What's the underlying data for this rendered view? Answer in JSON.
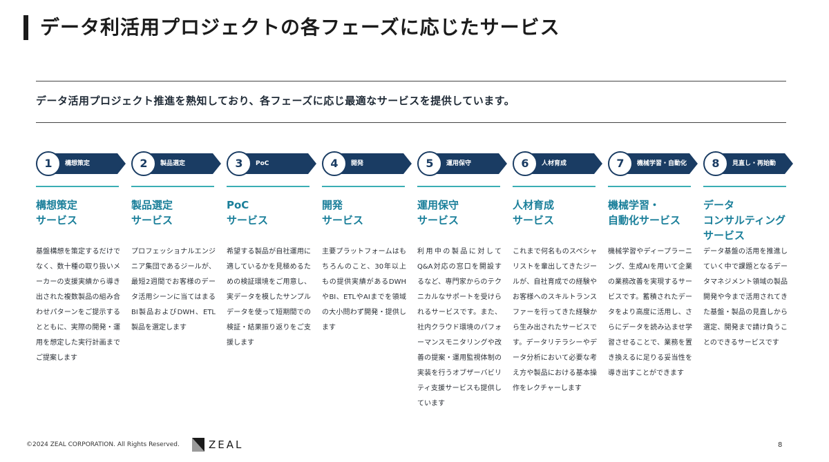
{
  "title": "データ利活用プロジェクトの各フェーズに応じたサービス",
  "subtitle": "データ活用プロジェクト推進を熟知しており、各フェーズに応じ最適なサービスを提供しています。",
  "colors": {
    "navy": "#1a3c63",
    "teal": "#3aaeb3",
    "heading": "#1a7f9a"
  },
  "phases": [
    {
      "num": "1",
      "label": "構想策定",
      "title": "構想策定\nサービス",
      "desc": "基盤構想を策定するだけでなく、数十種の取り扱いメーカーの支援実績から導き出された複数製品の組み合わせパターンをご提示するとともに、実際の開発・運用を想定した実行計画までご提案します"
    },
    {
      "num": "2",
      "label": "製品選定",
      "title": "製品選定\nサービス",
      "desc": "プロフェッショナルエンジニア集団であるジールが、最短2週間でお客様のデータ活用シーンに当てはまるBI製品およびDWH、ETL製品を選定します"
    },
    {
      "num": "3",
      "label": "PoC",
      "title": "PoC\nサービス",
      "desc": "希望する製品が自社運用に適しているかを見極めるための検証環境をご用意し、実データを模したサンプルデータを使って短期間での検証・結果振り返りをご支援します"
    },
    {
      "num": "4",
      "label": "開発",
      "title": "開発\nサービス",
      "desc": "主要プラットフォームはもちろんのこと、30年以上もの提供実績があるDWHやBI、ETLやAIまでを領域の大小問わず開発・提供します"
    },
    {
      "num": "5",
      "label": "運用保守",
      "title": "運用保守\nサービス",
      "desc": "利用中の製品に対してQ&A対応の窓口を開設するなど、専門家からのテクニカルなサポートを受けられるサービスです。また、社内クラウド環境のパフォーマンスモニタリングや改善の提案・運用監視体制の実装を行うオブザーバビリティ支援サービスも提供しています"
    },
    {
      "num": "6",
      "label": "人材育成",
      "title": "人材育成\nサービス",
      "desc": "これまで何名ものスペシャリストを輩出してきたジールが、自社育成での経験やお客様へのスキルトランスファーを行ってきた経験から生み出されたサービスです。データリテラシーやデータ分析において必要な考え方や製品における基本操作をレクチャーします"
    },
    {
      "num": "7",
      "label": "機械学習・自動化",
      "title": "機械学習・\n自動化サービス",
      "desc": "機械学習やディープラーニング、生成AIを用いて企業の業務改善を実現するサービスです。蓄積されたデータをより高度に活用し、さらにデータを読み込ませ学習させることで、業務を置き換えるに足りる妥当性を導き出すことができます"
    },
    {
      "num": "8",
      "label": "見直し・再始動",
      "title": "データ\nコンサルティング\nサービス",
      "desc": "データ基盤の活用を推進していく中で課題となるデータマネジメント領域の製品開発や今まで活用されてきた基盤・製品の見直しから選定、開発まで請け負うことのできるサービスです"
    }
  ],
  "footer": {
    "copyright": "©2024 ZEAL CORPORATION. All Rights Reserved.",
    "logo_text": "ZEAL",
    "page": "8"
  }
}
